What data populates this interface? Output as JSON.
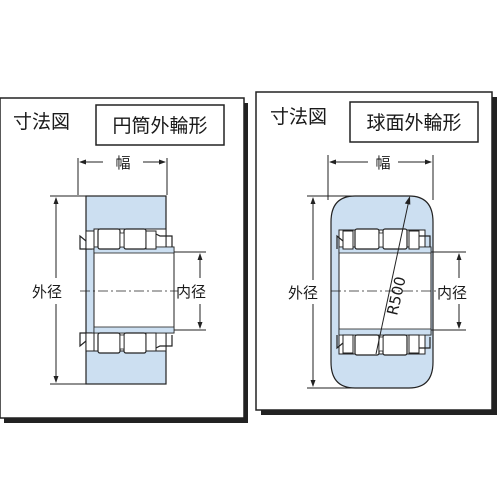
{
  "panels": [
    {
      "heading": "寸法図",
      "type_label": "円筒外輪形",
      "dims": {
        "width": "幅",
        "outer": "外径",
        "inner": "内径"
      }
    },
    {
      "heading": "寸法図",
      "type_label": "球面外輪形",
      "dims": {
        "width": "幅",
        "outer": "外径",
        "inner": "内径",
        "radius": "R500"
      }
    }
  ],
  "colors": {
    "outer_ring": "#ccdff1",
    "inner_ring": "#ccdff1",
    "roller": "#ffffff",
    "line": "#222222",
    "frame_shadow": "#222222"
  }
}
